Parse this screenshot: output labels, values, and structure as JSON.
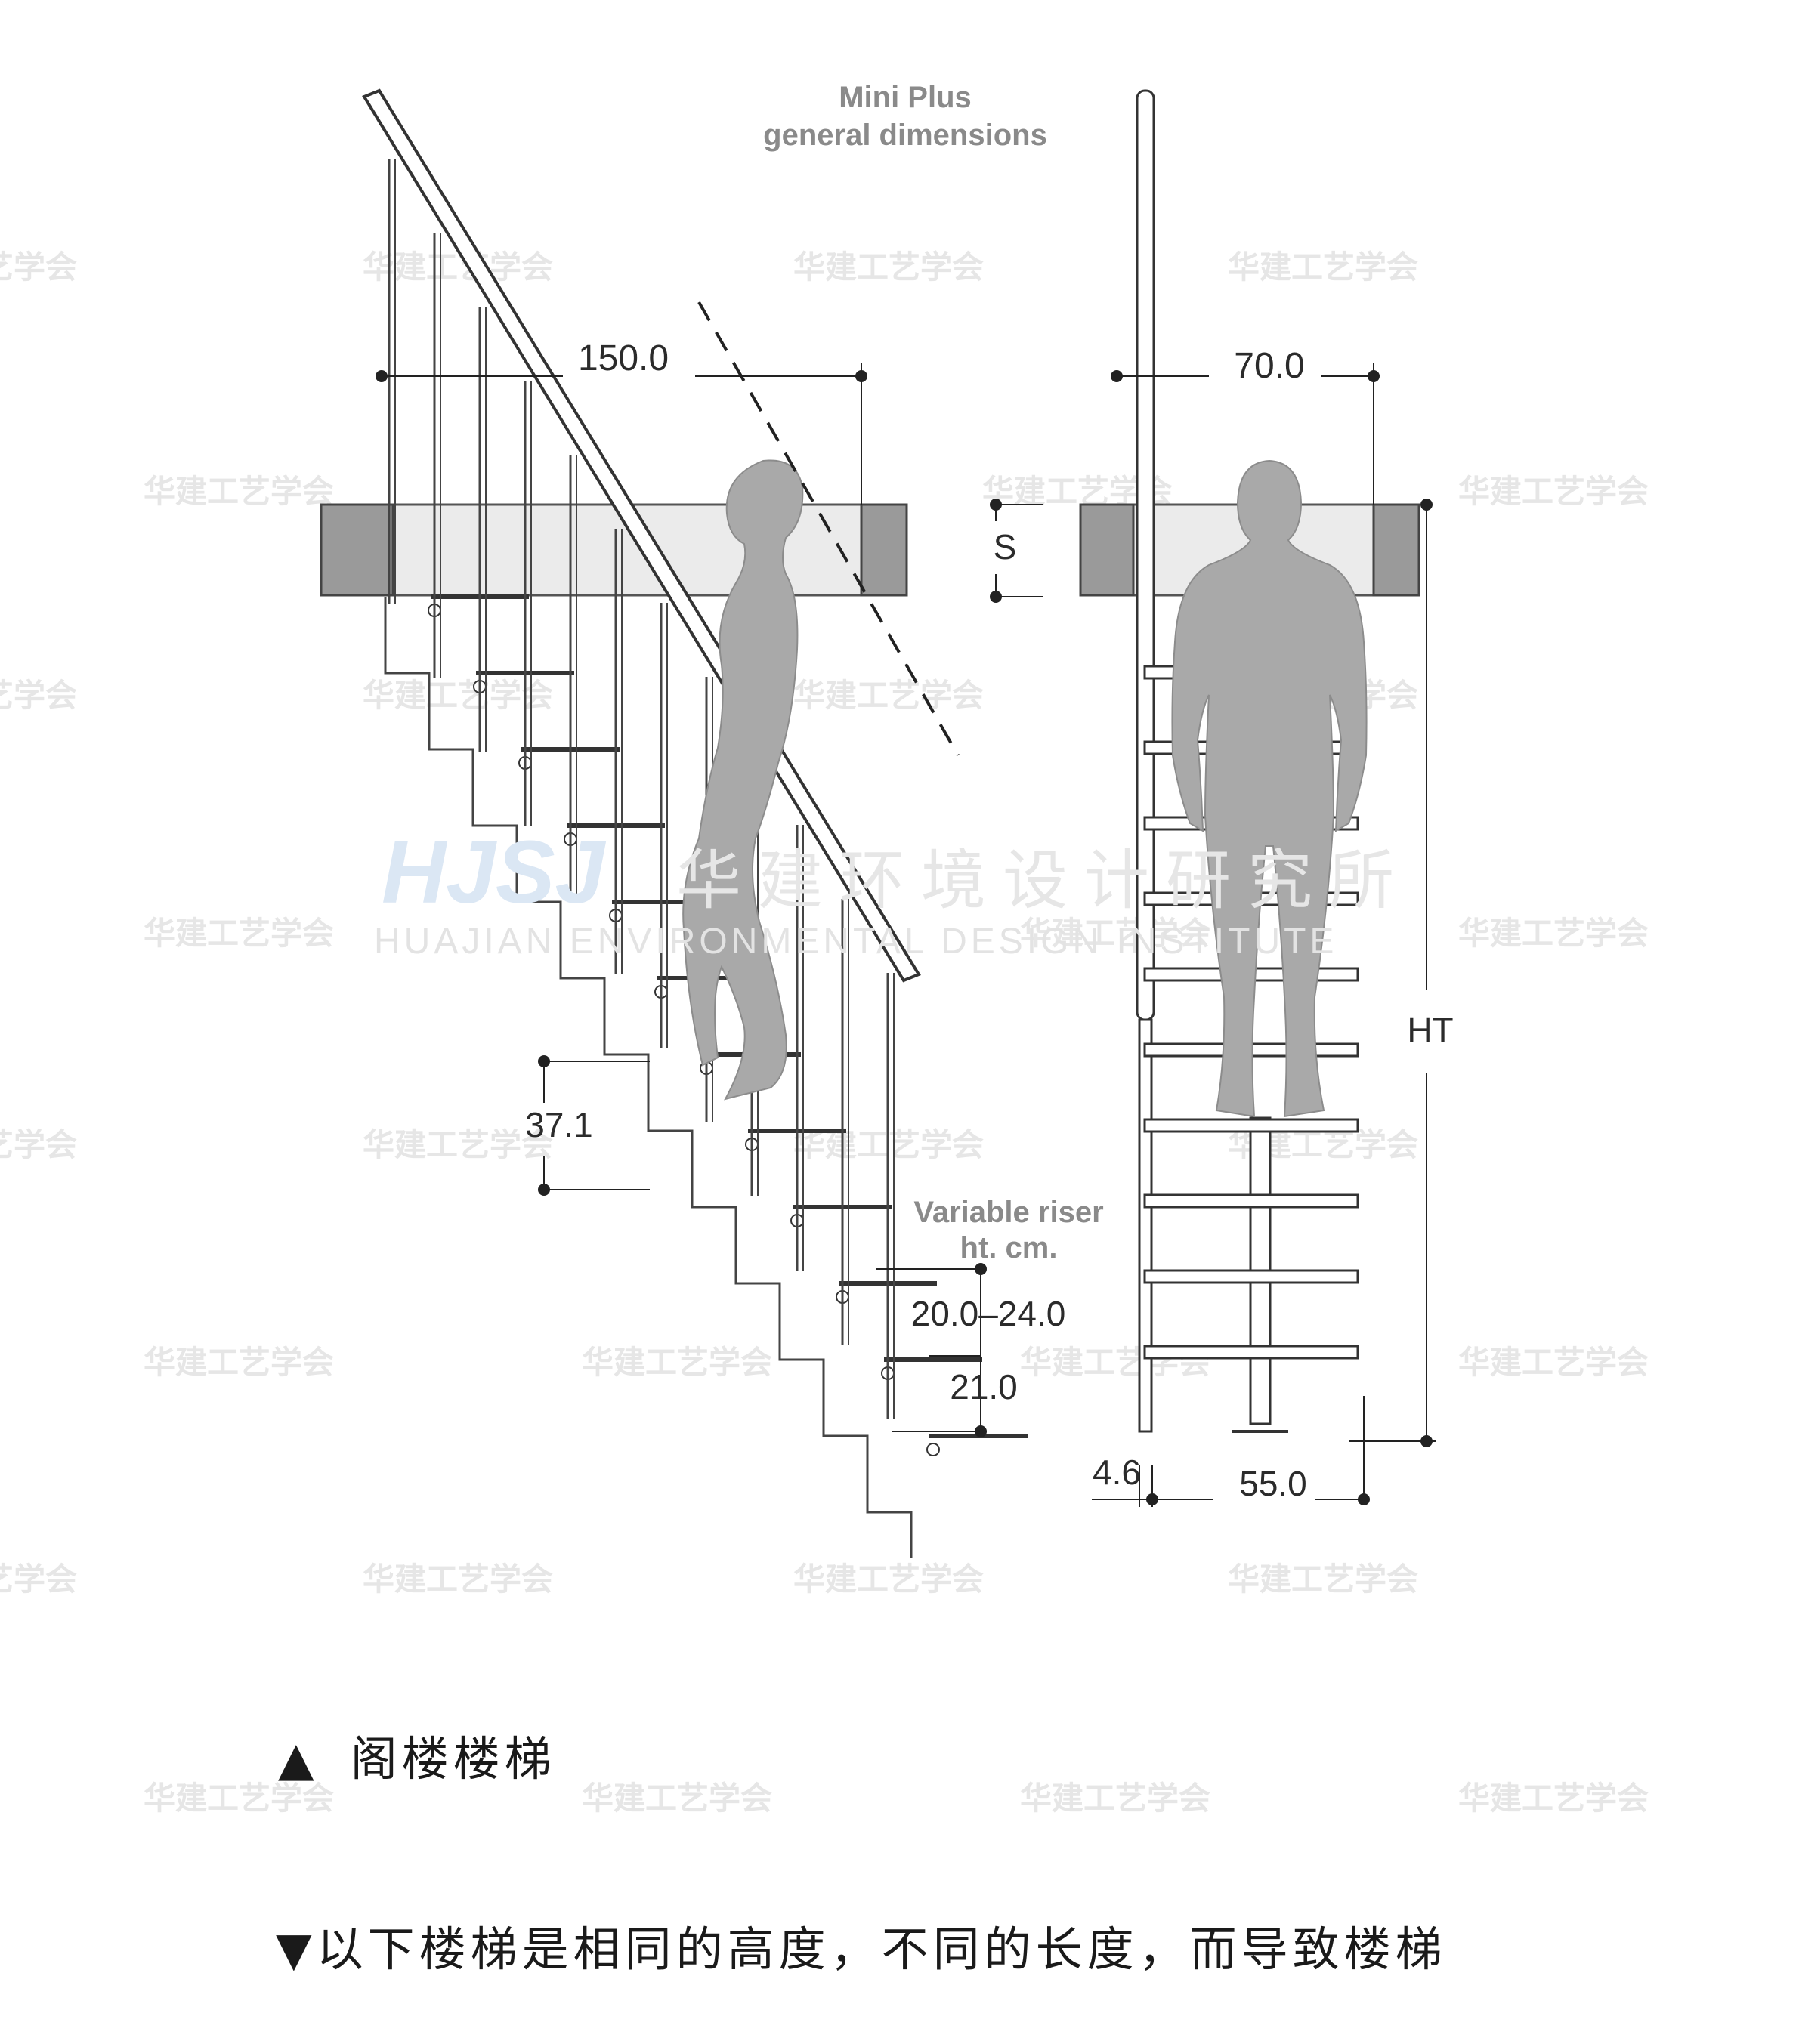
{
  "diagram": {
    "title_line1": "Mini Plus",
    "title_line2": "general dimensions",
    "dims": {
      "top_length": "150.0",
      "top_width": "70.0",
      "s": "S",
      "ht": "HT",
      "going": "37.1",
      "riser_note_line1": "Variable riser",
      "riser_note_line2": "ht. cm.",
      "riser_range": "20.0–24.0",
      "bottom_step": "21.0",
      "rail_width": "4.6",
      "tread_width": "55.0"
    },
    "watermark": {
      "small": "华建工艺学会",
      "logo": "HJSJ",
      "institute_cn": "华建环境设计研究所",
      "institute_en": "HUAJIAN ENVIRONMENTAL DESIGN INSTITUTE"
    }
  },
  "captions": {
    "marker": "▲",
    "title": "阁楼楼梯",
    "note": "▼以下楼梯是相同的高度，不同的长度，而导致楼梯"
  }
}
